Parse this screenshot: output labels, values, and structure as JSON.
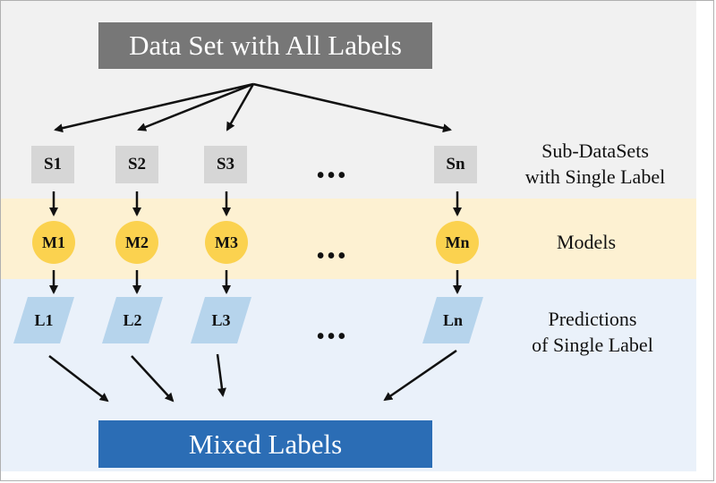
{
  "top_box": "Data Set with All Labels",
  "bottom_box": "Mixed Labels",
  "subsets": [
    "S1",
    "S2",
    "S3",
    "Sn"
  ],
  "models": [
    "M1",
    "M2",
    "M3",
    "Mn"
  ],
  "predictions": [
    "L1",
    "L2",
    "L3",
    "Ln"
  ],
  "ellipsis": "•••",
  "side_labels": {
    "subsets_line1": "Sub-DataSets",
    "subsets_line2": "with Single Label",
    "models": "Models",
    "predictions_line1": "Predictions",
    "predictions_line2": "of Single Label"
  },
  "colors": {
    "top_box": "#777777",
    "bottom_box": "#2b6db5",
    "subset_box": "#d6d6d6",
    "model_circle": "#fbd24f",
    "prediction_shape": "#b6d4ec",
    "band_top": "#f1f1f1",
    "band_models": "#fdf1d2",
    "band_predictions": "#eaf1fa"
  }
}
